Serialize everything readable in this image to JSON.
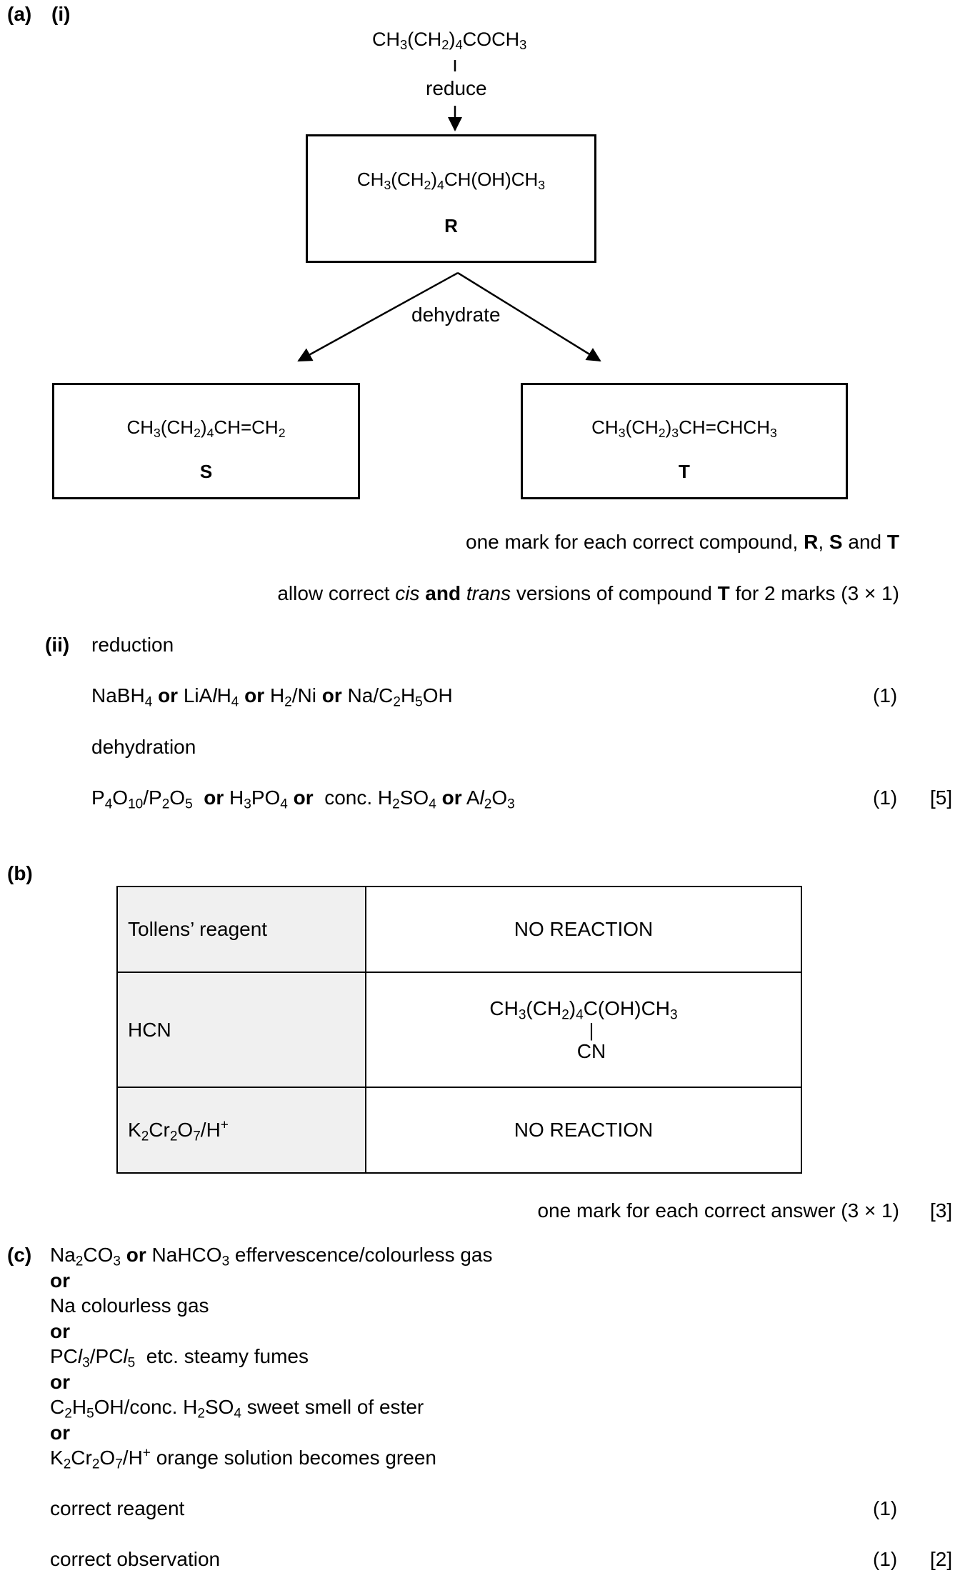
{
  "part_a": {
    "label": "(a)",
    "sub_i": "(i)",
    "start": "CH₃(CH₂)₄COCH₃",
    "reduce": "reduce",
    "dehydrate": "dehydrate",
    "R_formula": "CH₃(CH₂)₄CH(OH)CH₃",
    "R_label": "R",
    "S_formula": "CH₃(CH₂)₄CH=CH₂",
    "S_label": "S",
    "T_formula": "CH₃(CH₂)₃CH=CHCH₃",
    "T_label": "T",
    "note1": "one mark for each correct compound, R, S and T",
    "note2": "allow correct cis and trans versions of compound T for 2 marks (3 × 1)",
    "sub_ii": "(ii)",
    "reduction": "reduction",
    "reduction_reagents": "NaBH₄ or LiAlH₄ or H₂/Ni or Na/C₂H₅OH",
    "mark_1": "(1)",
    "dehydration": "dehydration",
    "dehydration_reagents": "P₄O₁₀/P₂O₅ or H₃PO₄ or conc. H₂SO₄ or Al₂O₃",
    "mark_2": "(1)",
    "total": "[5]"
  },
  "part_b": {
    "label": "(b)",
    "rows": [
      {
        "reagent": "Tollens’ reagent",
        "result": "NO REACTION"
      },
      {
        "reagent": "HCN",
        "result": "CH₃(CH₂)₄C(OH)CH₃ | CN"
      },
      {
        "reagent": "K₂Cr₂O₇/H⁺",
        "result": "NO REACTION"
      }
    ],
    "note": "one mark for each correct answer (3 × 1)",
    "total": "[3]"
  },
  "part_c": {
    "label": "(c)",
    "lines": [
      "Na₂CO₃ or NaHCO₃ effervescence/colourless gas",
      "or",
      "Na colourless gas",
      "or",
      "PCl₃/PCl₅ etc. steamy fumes",
      "or",
      "C₂H₅OH/conc. H₂SO₄ sweet smell of ester",
      "or",
      "K₂Cr₂O₇/H⁺ orange solution becomes green"
    ],
    "correct_reagent": "correct reagent",
    "mark_reagent": "(1)",
    "correct_observation": "correct observation",
    "mark_observation": "(1)",
    "total": "[2]"
  }
}
